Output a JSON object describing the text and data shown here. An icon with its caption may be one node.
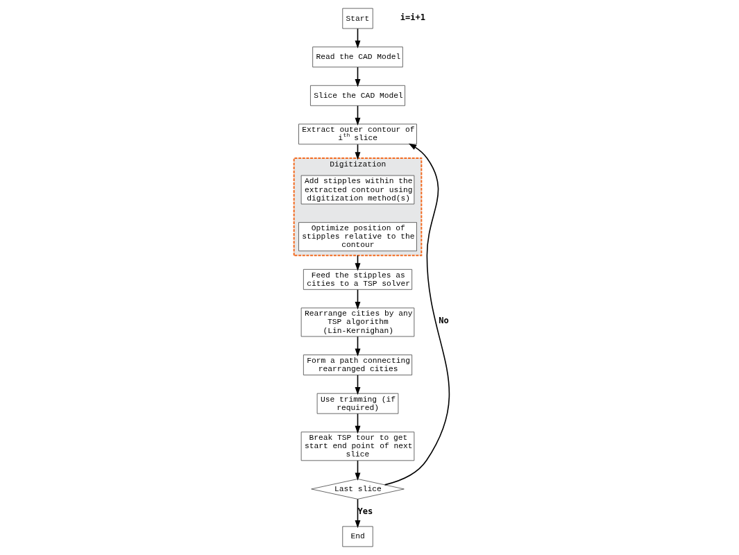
{
  "diagram": {
    "nodes": [
      {
        "text": [
          "Start"
        ]
      },
      {
        "text": [
          "Read the CAD Model"
        ]
      },
      {
        "text": [
          "Slice the CAD Model"
        ]
      },
      {
        "text": [
          "Extract outer contour of i$^{th}$ slice"
        ]
      },
      {
        "text": [
          "Digitization"
        ]
      },
      {
        "text": [
          "Add stipples within the extracted contour using digitization method(s)"
        ],
        "in": 4
      },
      {
        "text": [
          "Optimize position of stipples relative to the contour"
        ],
        "in": 4
      },
      {
        "text": [
          "Feed the stipples as cities to a TSP solver"
        ]
      },
      {
        "text": [
          "Rearrange cities by any TSP algorithm (Lin-Kernighan)"
        ]
      },
      {
        "text": [
          "Form a path connecting rearranged cities"
        ]
      },
      {
        "text": [
          "Use trimming (if required)"
        ]
      },
      {
        "text": [
          "Break TSP tour to get start end point of next slice"
        ]
      },
      {
        "text": [
          "Last slice"
        ]
      },
      {
        "text": [
          "End"
        ]
      }
    ],
    "edges": [
      {
        "from": 0,
        "to": 1,
        "arrow": "to"
      },
      {
        "from": 1,
        "to": 2,
        "arrow": "to"
      },
      {
        "from": 2,
        "to": 3,
        "arrow": "to"
      },
      {
        "from": 3,
        "to": 4,
        "arrow": "to"
      },
      {
        "from": 4,
        "to": 7,
        "arrow": "to"
      },
      {
        "from": 7,
        "to": 8,
        "arrow": "to"
      },
      {
        "from": 8,
        "to": 9,
        "arrow": "to"
      },
      {
        "from": 9,
        "to": 10,
        "arrow": "to"
      },
      {
        "from": 10,
        "to": 11,
        "arrow": "to"
      },
      {
        "from": 11,
        "to": 12,
        "arrow": "to"
      },
      {
        "from": 12,
        "to": 13,
        "arrow": "to",
        "label": "Yes"
      },
      {
        "from": 12,
        "to": 3,
        "arrow": "to",
        "label": "No"
      }
    ],
    "labels": [
      "i=i+1"
    ]
  }
}
